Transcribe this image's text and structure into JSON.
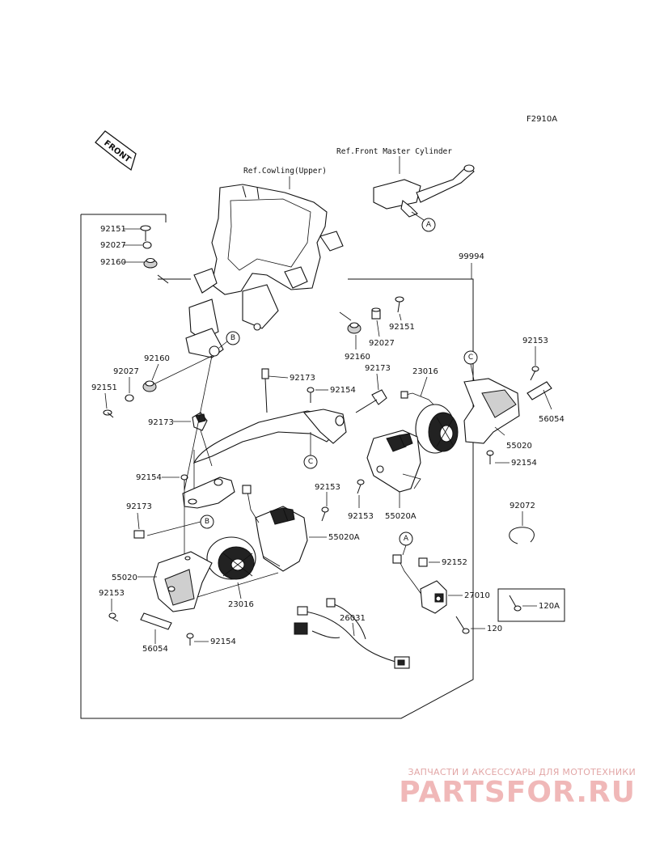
{
  "figure_code": "F2910A",
  "refs": {
    "front_master_cylinder": "Ref.Front Master Cylinder",
    "cowling_upper": "Ref.Cowling(Upper)",
    "front": "FRONT"
  },
  "kit_label": "99994",
  "callouts": {
    "a": "A",
    "b": "B",
    "c": "C"
  },
  "labels": {
    "l92151_a": "92151",
    "l92027_a": "92027",
    "l92160_a": "92160",
    "l92160_b": "92160",
    "l92027_b": "92027",
    "l92151_b": "92151",
    "l92160_c": "92160",
    "l92027_c": "92027",
    "l92151_c": "92151",
    "l92173_a": "92173",
    "l92173_b": "92173",
    "l92154_a": "92154",
    "l23016_a": "23016",
    "l92153_a": "92153",
    "l56054_a": "56054",
    "l55020_a": "55020",
    "l92154_b": "92154",
    "l92173_c": "92173",
    "l92154_c": "92154",
    "l92153_b": "92153",
    "l55020A_a": "55020A",
    "l92153_c": "92153",
    "l92173_d": "92173",
    "l55020A_b": "55020A",
    "l55020_b": "55020",
    "l92153_d": "92153",
    "l23016_b": "23016",
    "l56054_b": "56054",
    "l92154_d": "92154",
    "l92072": "92072",
    "l92152": "92152",
    "l27010": "27010",
    "l120A": "120A",
    "l120": "120",
    "l26031": "26031"
  },
  "watermark": {
    "tagline": "ЗАПЧАСТИ И АКСЕССУАРЫ ДЛЯ МОТОТЕХНИКИ",
    "logo": "PARTSFOR.RU"
  }
}
